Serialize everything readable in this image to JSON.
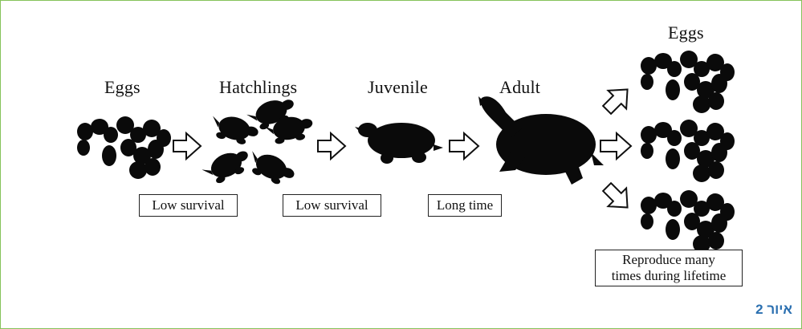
{
  "stages": {
    "eggs": "Eggs",
    "hatchlings": "Hatchlings",
    "juvenile": "Juvenile",
    "adult": "Adult",
    "eggs_out": "Eggs"
  },
  "transitions": {
    "low_survival_1": "Low survival",
    "low_survival_2": "Low survival",
    "long_time": "Long time"
  },
  "reproduce": {
    "line1": "Reproduce many",
    "line2": "times during lifetime"
  },
  "figure_caption": "איור 2",
  "colors": {
    "frame_border": "#86c35a",
    "caption": "#2a6fb0",
    "silhouette": "#0a0a0a"
  }
}
